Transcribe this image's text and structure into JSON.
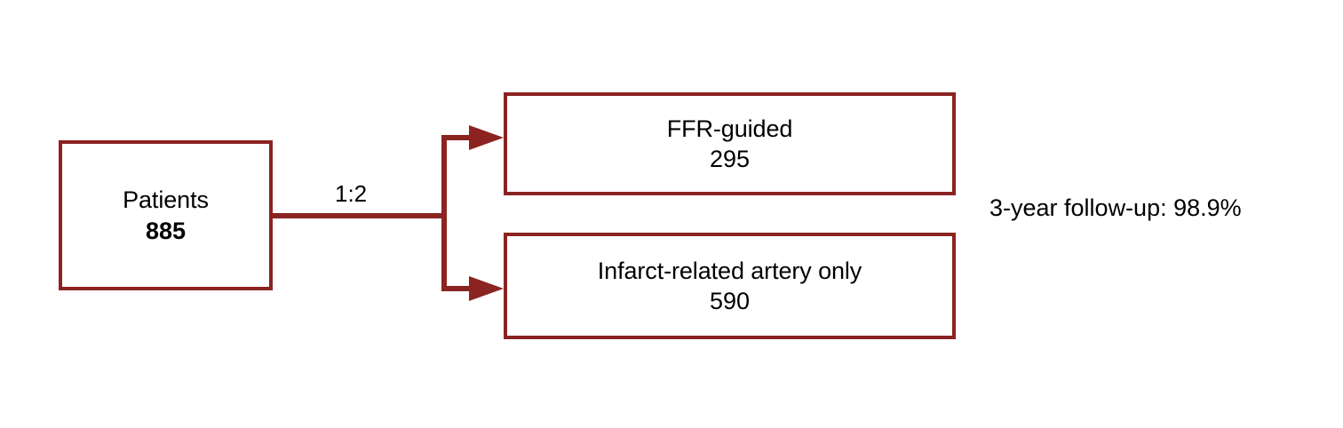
{
  "diagram": {
    "type": "flow-diagram",
    "accent_color": "#8B2321",
    "text_color": "#000000",
    "background_color": "#FFFFFF",
    "source_node": {
      "label": "Patients",
      "value": "885"
    },
    "randomization": {
      "ratio_label": "1:2"
    },
    "branches": [
      {
        "label": "FFR-guided",
        "value": "295"
      },
      {
        "label": "Infarct-related artery only",
        "value": "590"
      }
    ],
    "annotation": {
      "followup": "3-year follow-up: 98.9%"
    }
  }
}
